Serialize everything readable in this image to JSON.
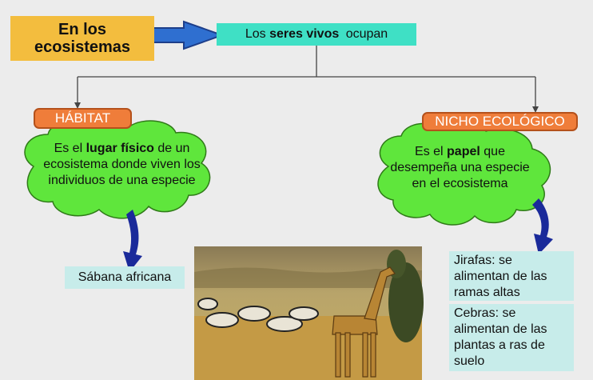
{
  "title": {
    "line1": "En los",
    "line2": "ecosistemas"
  },
  "top": {
    "prefix": "Los ",
    "bold": "seres vivos",
    "suffix": " ocupan"
  },
  "habitat": {
    "tag": "HÁBITAT",
    "text_prefix": "Es el ",
    "text_bold": "lugar físico",
    "text_rest": " de un ecosistema donde viven los individuos de una especie",
    "example": "Sábana africana"
  },
  "nicho": {
    "tag": "NICHO ECOLÓGICO",
    "text_prefix": "Es el ",
    "text_bold": "papel",
    "text_rest": " que desempeña una especie en el ecosistema",
    "examples": [
      "Jirafas: se alimentan de las ramas altas",
      "Cebras: se alimentan de las plantas a ras de suelo"
    ]
  },
  "colors": {
    "title_box": "#f3bd3e",
    "top_box": "#3fe0c5",
    "tag": "#ef7d3a",
    "cloud": "#5fe63c",
    "example_box": "#c7ecea",
    "blue_arrow": "#2f6fd0",
    "curved_arrow": "#1a2a9a"
  },
  "photo": {
    "subject": "giraffe-and-zebras-savanna-photo"
  }
}
